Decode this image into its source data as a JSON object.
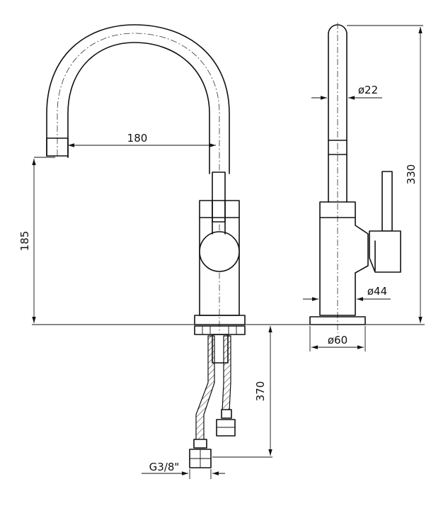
{
  "dimensions": {
    "spout_reach": "180",
    "spout_height": "185",
    "total_height": "330",
    "spout_diameter": "ø22",
    "body_diameter": "ø44",
    "base_diameter": "ø60",
    "hose_length": "370",
    "connection_thread": "G3/8\""
  }
}
